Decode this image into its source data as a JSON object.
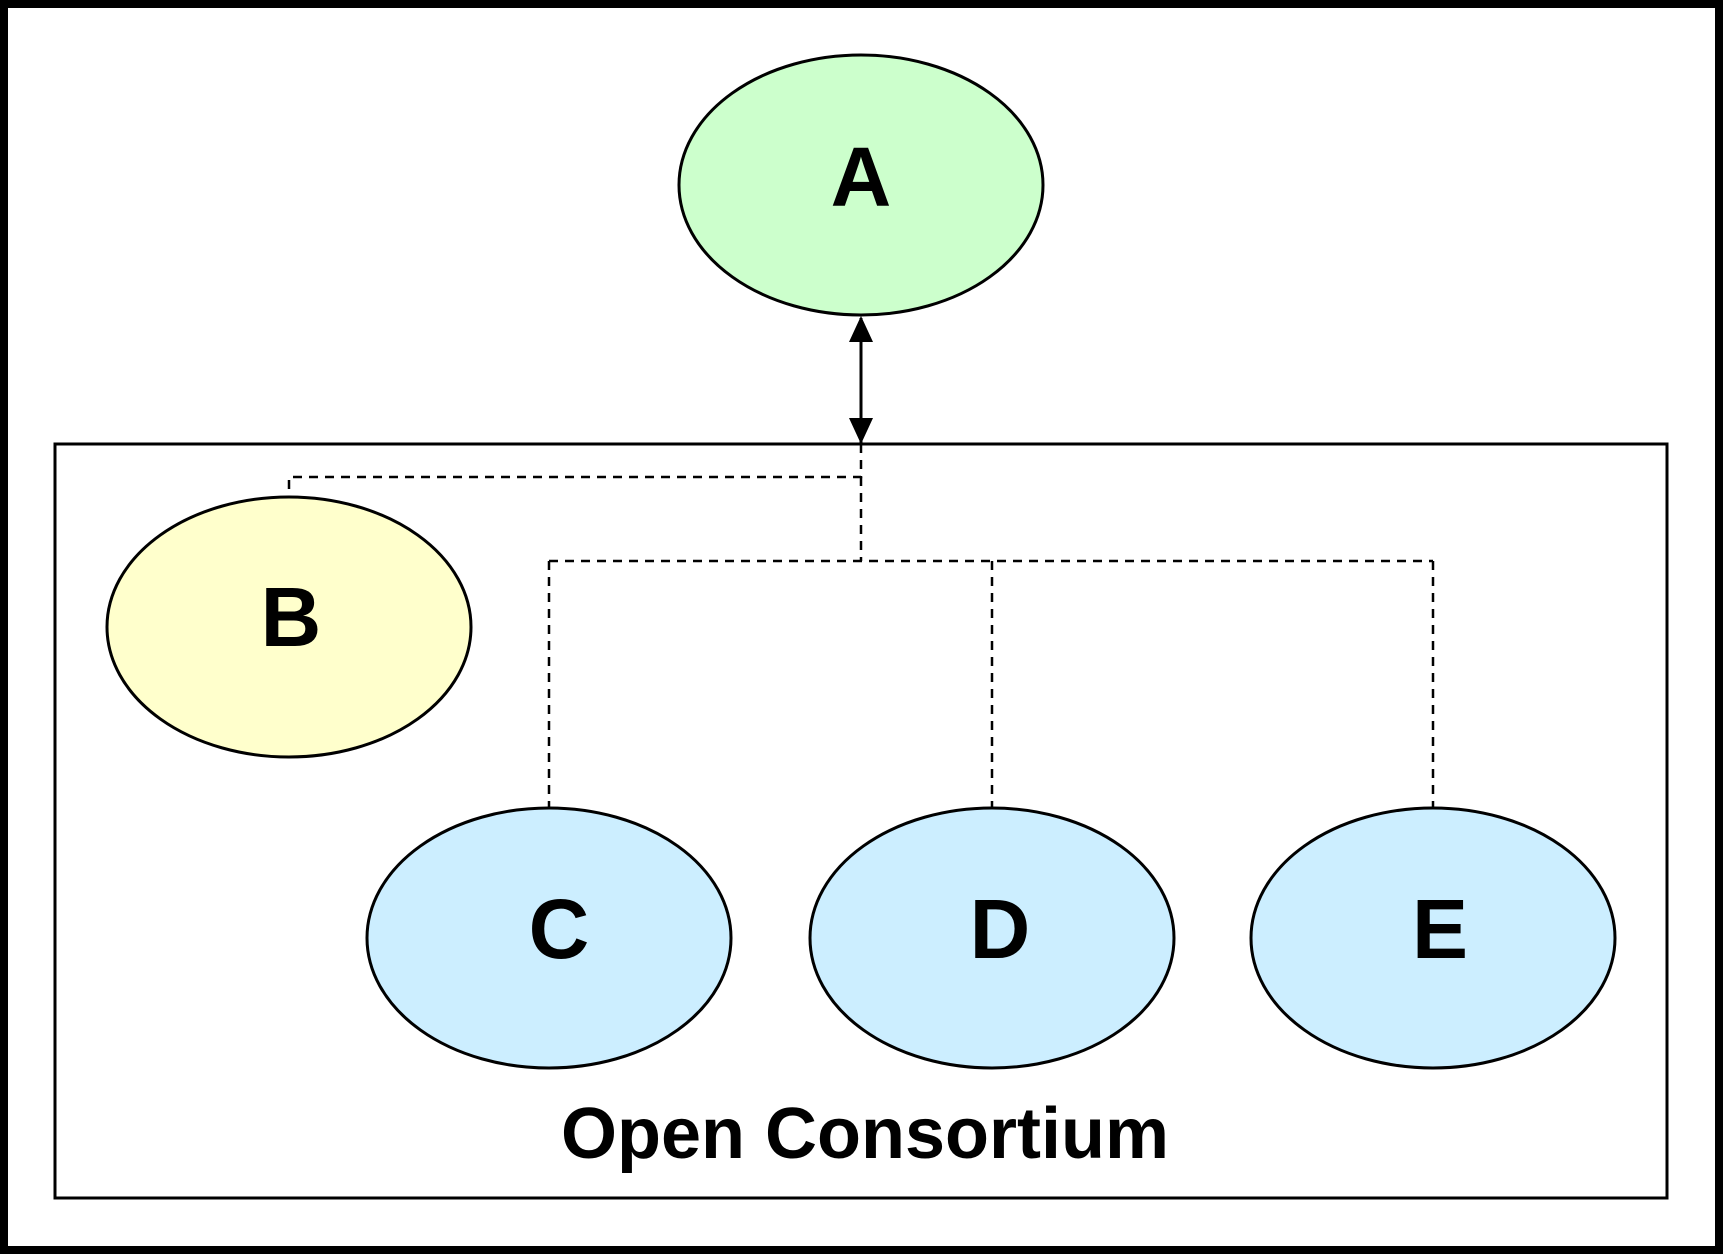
{
  "nodes": {
    "a": {
      "label": "A",
      "fill": "#ccffcc"
    },
    "b": {
      "label": "B",
      "fill": "#ffffcc"
    },
    "c": {
      "label": "C",
      "fill": "#cceeff"
    },
    "d": {
      "label": "D",
      "fill": "#cceeff"
    },
    "e": {
      "label": "E",
      "fill": "#cceeff"
    }
  },
  "group": {
    "label": "Open Consortium"
  },
  "colors": {
    "stroke": "#000000",
    "background": "#ffffff"
  }
}
